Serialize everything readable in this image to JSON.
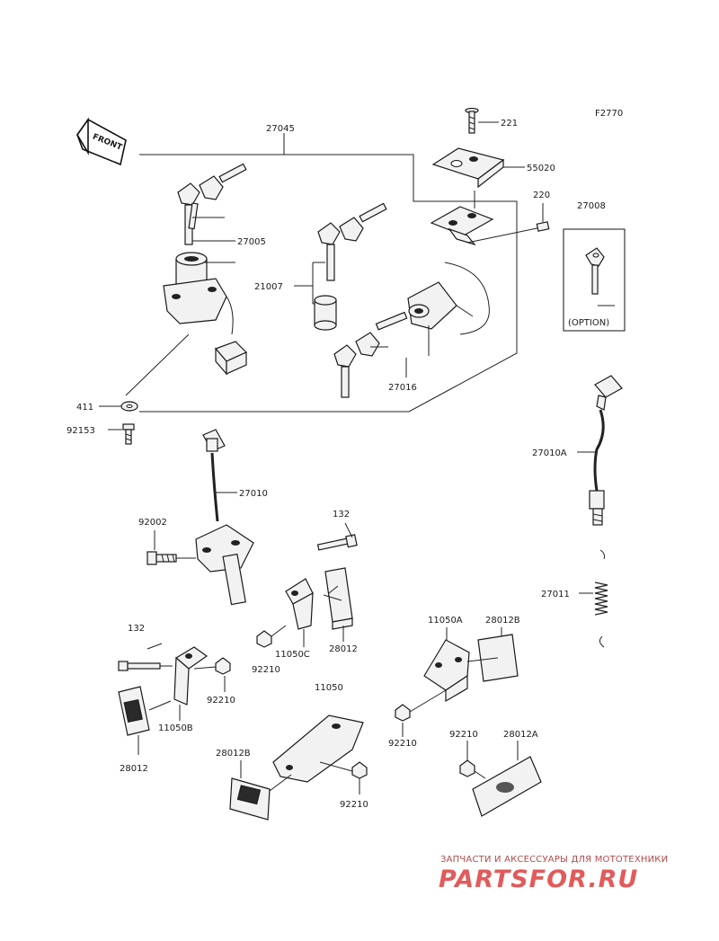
{
  "figure_code": "F2770",
  "front_badge": "FRONT",
  "option_label": "(OPTION)",
  "labels": {
    "p27045": "27045",
    "p221": "221",
    "p55020": "55020",
    "p220": "220",
    "p27008": "27008",
    "p27005": "27005",
    "p21007": "21007",
    "p27016": "27016",
    "p411": "411",
    "p92153": "92153",
    "p27010A": "27010A",
    "p27010": "27010",
    "p92002": "92002",
    "p132a": "132",
    "p27011": "27011",
    "p11050A": "11050A",
    "p28012B_r": "28012B",
    "p11050C": "11050C",
    "p28012_m": "28012",
    "p92210_a": "92210",
    "p132b": "132",
    "p92210_b": "92210",
    "p11050": "11050",
    "p11050B": "11050B",
    "p28012_l": "28012",
    "p92210_c": "92210",
    "p92210_d": "92210",
    "p28012A": "28012A",
    "p28012B_b": "28012B",
    "p92210_e": "92210"
  },
  "watermark": {
    "caption": "ЗАПЧАСТИ И АКСЕССУАРЫ ДЛЯ МОТОТЕХНИКИ",
    "logo": "PARTSFOR.RU"
  }
}
